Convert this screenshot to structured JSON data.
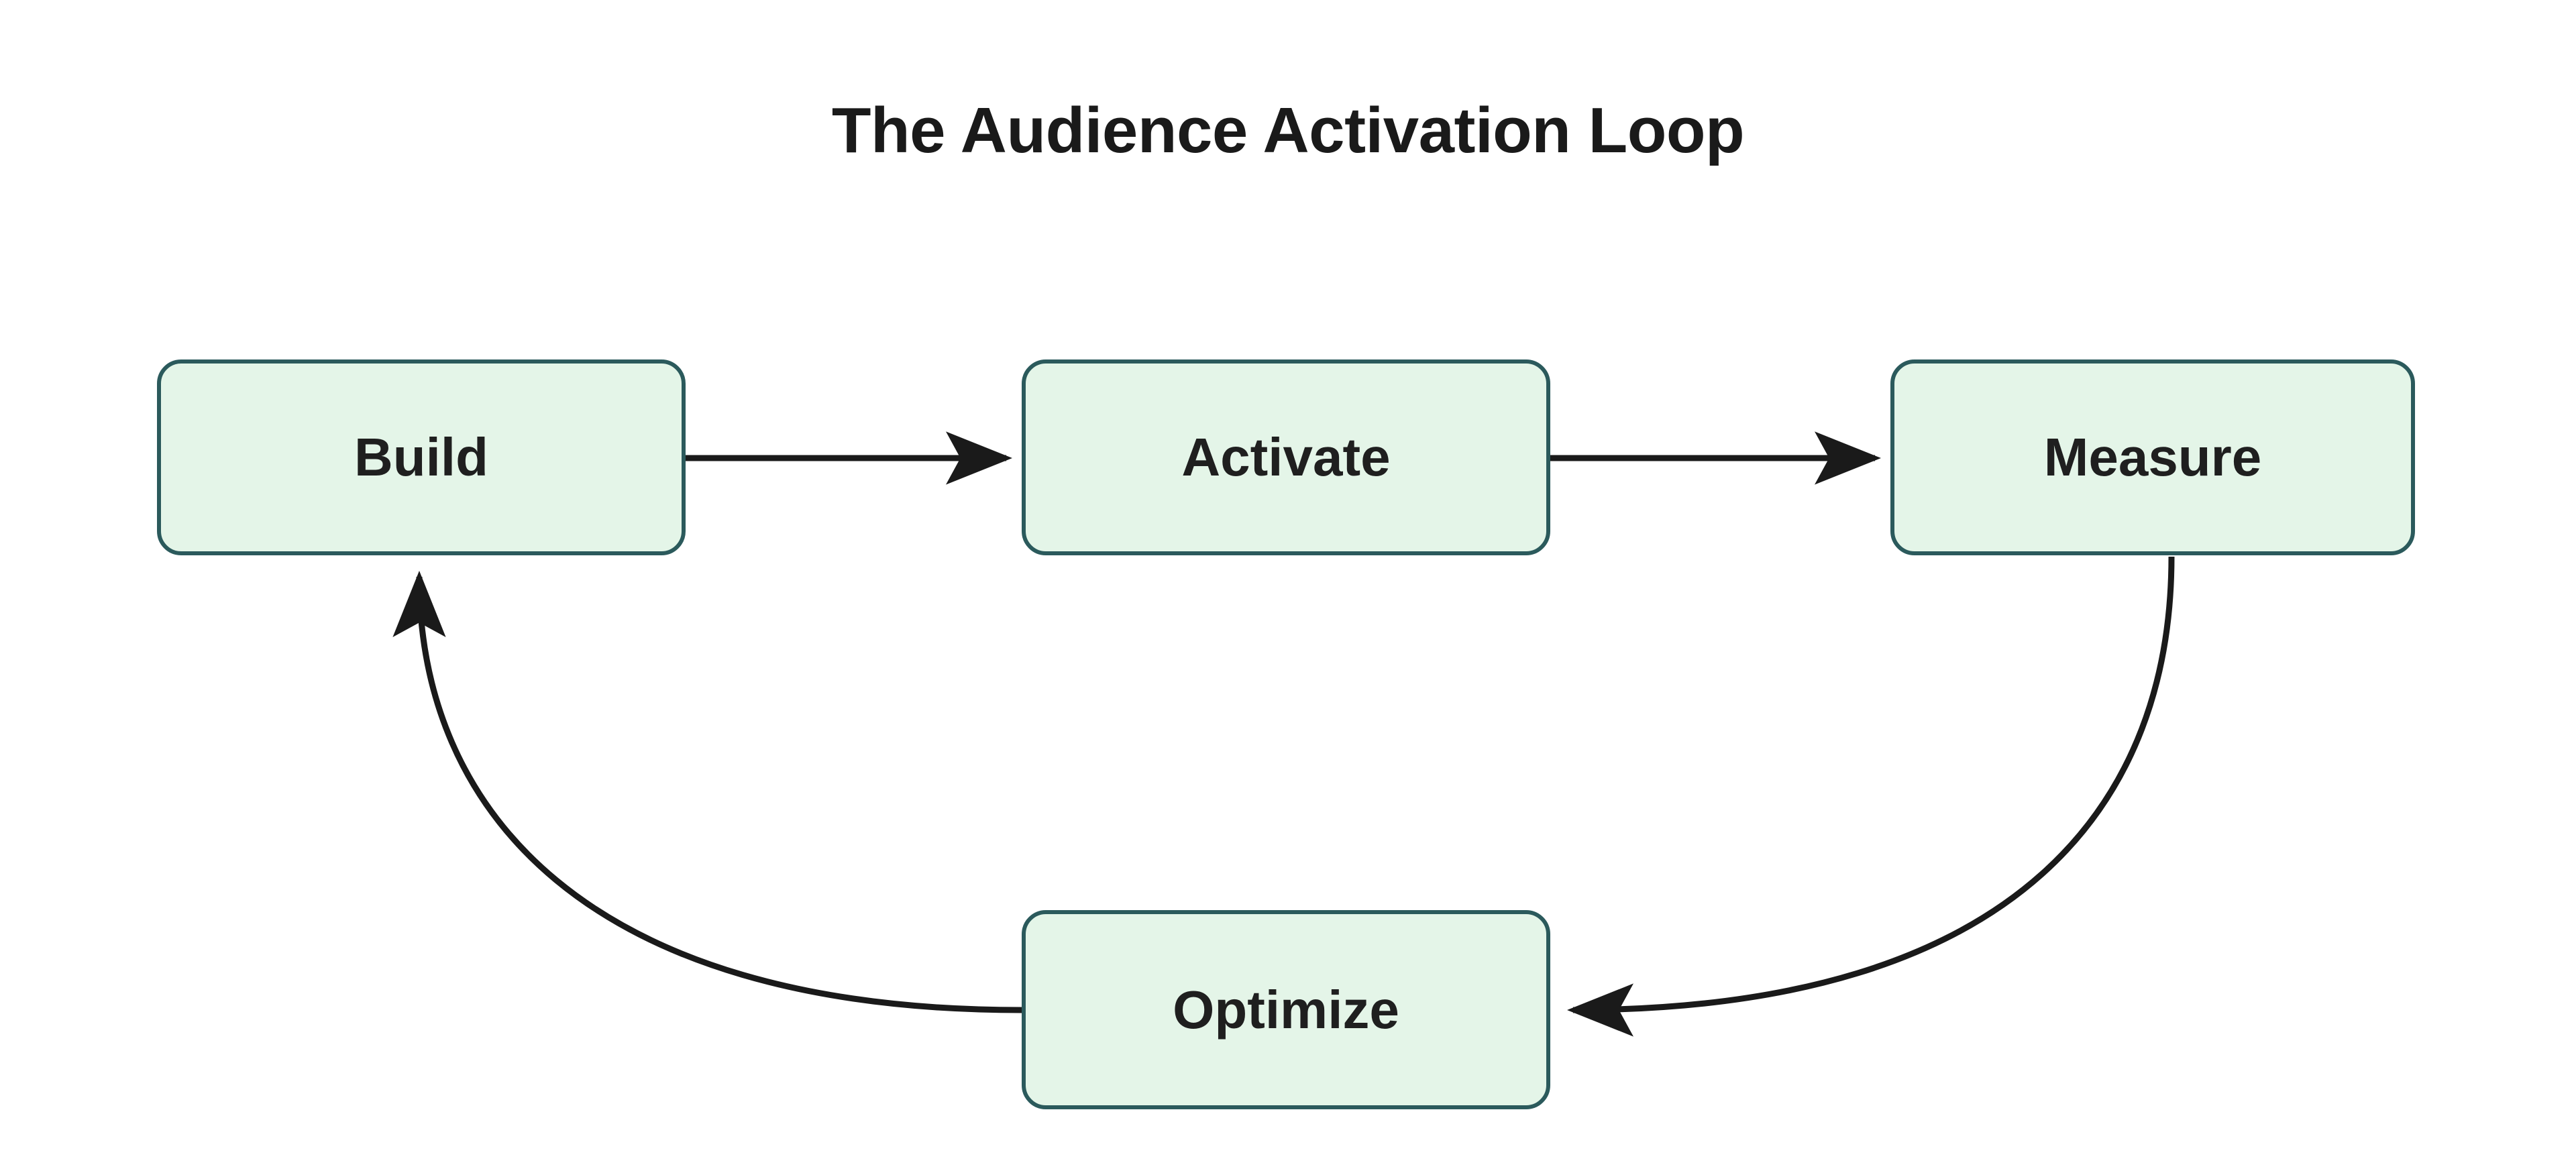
{
  "diagram": {
    "title": "The Audience Activation Loop",
    "type": "flowchart-cycle",
    "background_color": "#ffffff",
    "node_fill_color": "#e4f5e8",
    "node_border_color": "#2b5a5c",
    "node_text_color": "#1f1f1f",
    "edge_color": "#1a1a1a",
    "nodes": [
      {
        "id": "build",
        "label": "Build"
      },
      {
        "id": "activate",
        "label": "Activate"
      },
      {
        "id": "measure",
        "label": "Measure"
      },
      {
        "id": "optimize",
        "label": "Optimize"
      }
    ],
    "edges": [
      {
        "from": "Build",
        "to": "Activate",
        "style": "straight",
        "direction": "right"
      },
      {
        "from": "Activate",
        "to": "Measure",
        "style": "straight",
        "direction": "right"
      },
      {
        "from": "Measure",
        "to": "Optimize",
        "style": "curved",
        "direction": "down-left"
      },
      {
        "from": "Optimize",
        "to": "Build",
        "style": "curved",
        "direction": "up-left"
      }
    ]
  }
}
